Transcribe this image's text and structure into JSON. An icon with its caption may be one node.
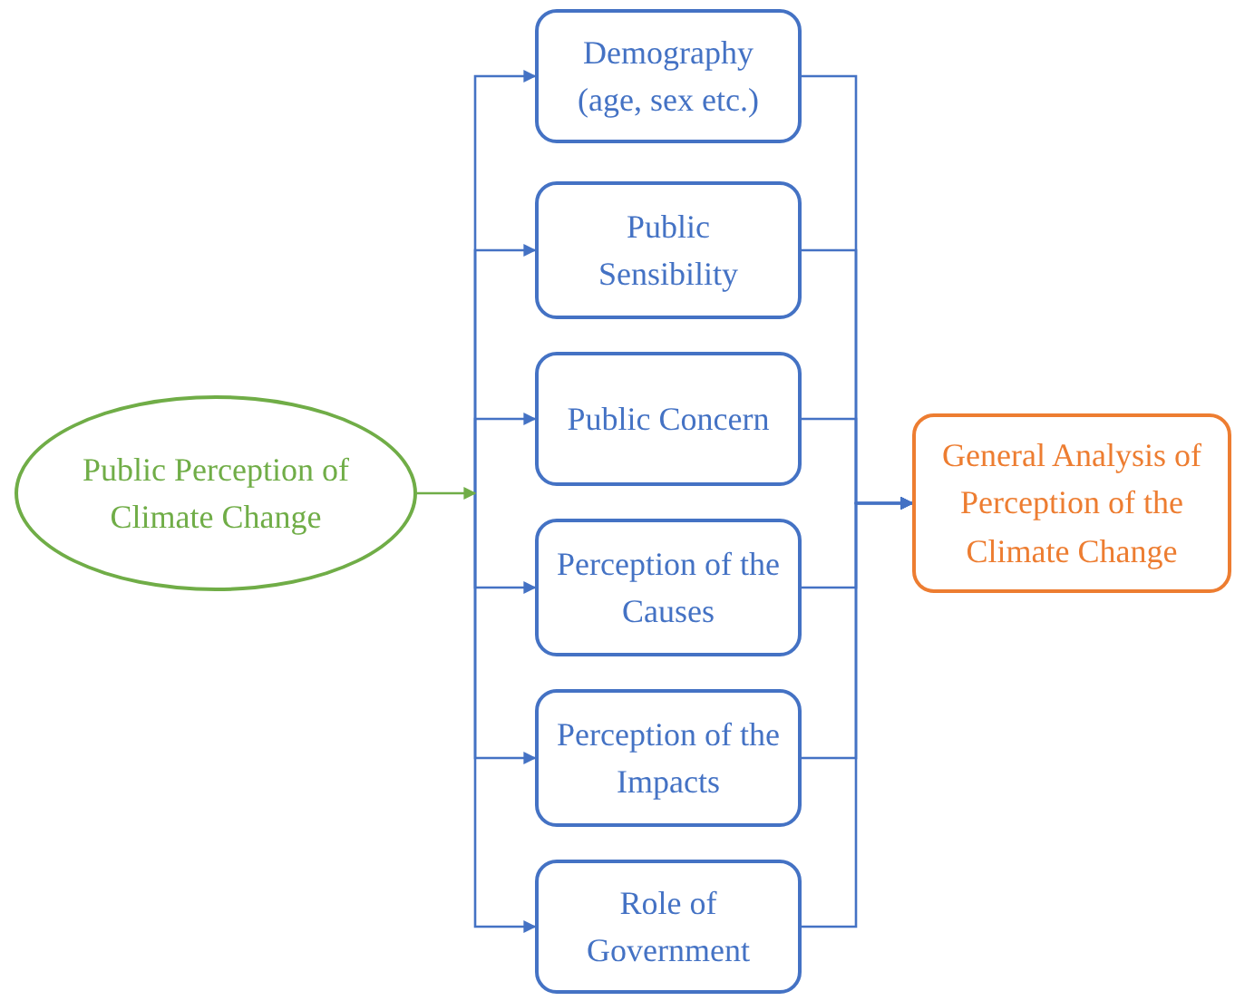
{
  "diagram": {
    "nodes": [
      {
        "text": [
          "Public Perception of Climate Change"
        ]
      },
      {
        "text": [
          "Demography (age, sex etc.)"
        ]
      },
      {
        "text": [
          "Public Sensibility"
        ]
      },
      {
        "text": [
          "Public Concern"
        ]
      },
      {
        "text": [
          "Perception of the Causes"
        ]
      },
      {
        "text": [
          "Perception of the Impacts"
        ]
      },
      {
        "text": [
          "Role of Government"
        ]
      },
      {
        "text": [
          "General Analysis of Perception of the Climate Change"
        ]
      }
    ],
    "edges": [
      {
        "from": 0,
        "to": 1,
        "arrow": "to"
      },
      {
        "from": 0,
        "to": 2,
        "arrow": "to"
      },
      {
        "from": 0,
        "to": 3,
        "arrow": "to"
      },
      {
        "from": 0,
        "to": 4,
        "arrow": "to"
      },
      {
        "from": 0,
        "to": 5,
        "arrow": "to"
      },
      {
        "from": 0,
        "to": 6,
        "arrow": "to"
      },
      {
        "from": 1,
        "to": 7,
        "arrow": "to"
      },
      {
        "from": 2,
        "to": 7,
        "arrow": "to"
      },
      {
        "from": 3,
        "to": 7,
        "arrow": "to"
      },
      {
        "from": 4,
        "to": 7,
        "arrow": "to"
      },
      {
        "from": 5,
        "to": 7,
        "arrow": "to"
      },
      {
        "from": 6,
        "to": 7,
        "arrow": "to"
      }
    ]
  }
}
